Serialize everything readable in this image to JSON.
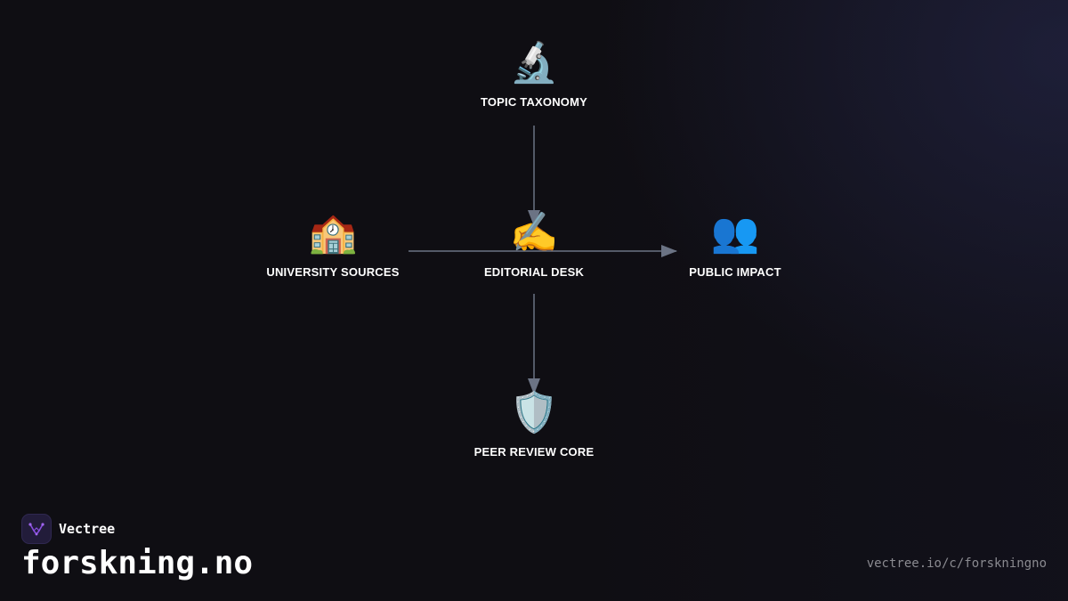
{
  "diagram": {
    "nodes": [
      {
        "id": "topic",
        "label": "TOPIC TAXONOMY",
        "icon": "🔬",
        "icon_name": "microscope-icon"
      },
      {
        "id": "univ",
        "label": "UNIVERSITY SOURCES",
        "icon": "🏫",
        "icon_name": "school-icon"
      },
      {
        "id": "edit",
        "label": "EDITORIAL DESK",
        "icon": "✍️",
        "icon_name": "writing-hand-icon"
      },
      {
        "id": "public",
        "label": "PUBLIC IMPACT",
        "icon": "👥",
        "icon_name": "people-icon"
      },
      {
        "id": "peer",
        "label": "PEER REVIEW CORE",
        "icon": "🛡️",
        "icon_name": "shield-icon"
      }
    ],
    "edges": [
      {
        "from": "topic",
        "to": "edit"
      },
      {
        "from": "univ",
        "to": "public"
      },
      {
        "from": "edit",
        "to": "peer"
      }
    ],
    "edge_color": "#6b7384"
  },
  "brand": {
    "name": "Vectree",
    "logo_icon": "vectree-logo-icon",
    "accent": "#8a4fe0"
  },
  "title": "forskning.no",
  "url": "vectree.io/c/forskningno"
}
